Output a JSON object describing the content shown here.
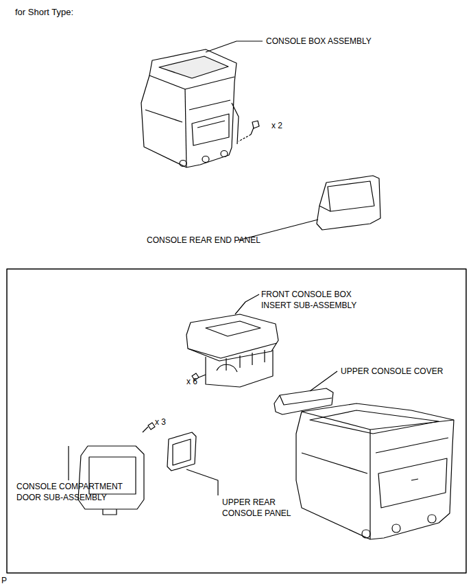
{
  "diagram": {
    "title": "for Short Type:",
    "labels": [
      "CONSOLE BOX ASSEMBLY",
      "x 2",
      "CONSOLE REAR END PANEL",
      "FRONT CONSOLE BOX INSERT SUB-ASSEMBLY",
      "UPPER CONSOLE COVER",
      "x 6",
      "x 3",
      "CONSOLE COMPARTMENT DOOR SUB-ASSEMBLY",
      "UPPER REAR CONSOLE PANEL",
      "P"
    ]
  }
}
